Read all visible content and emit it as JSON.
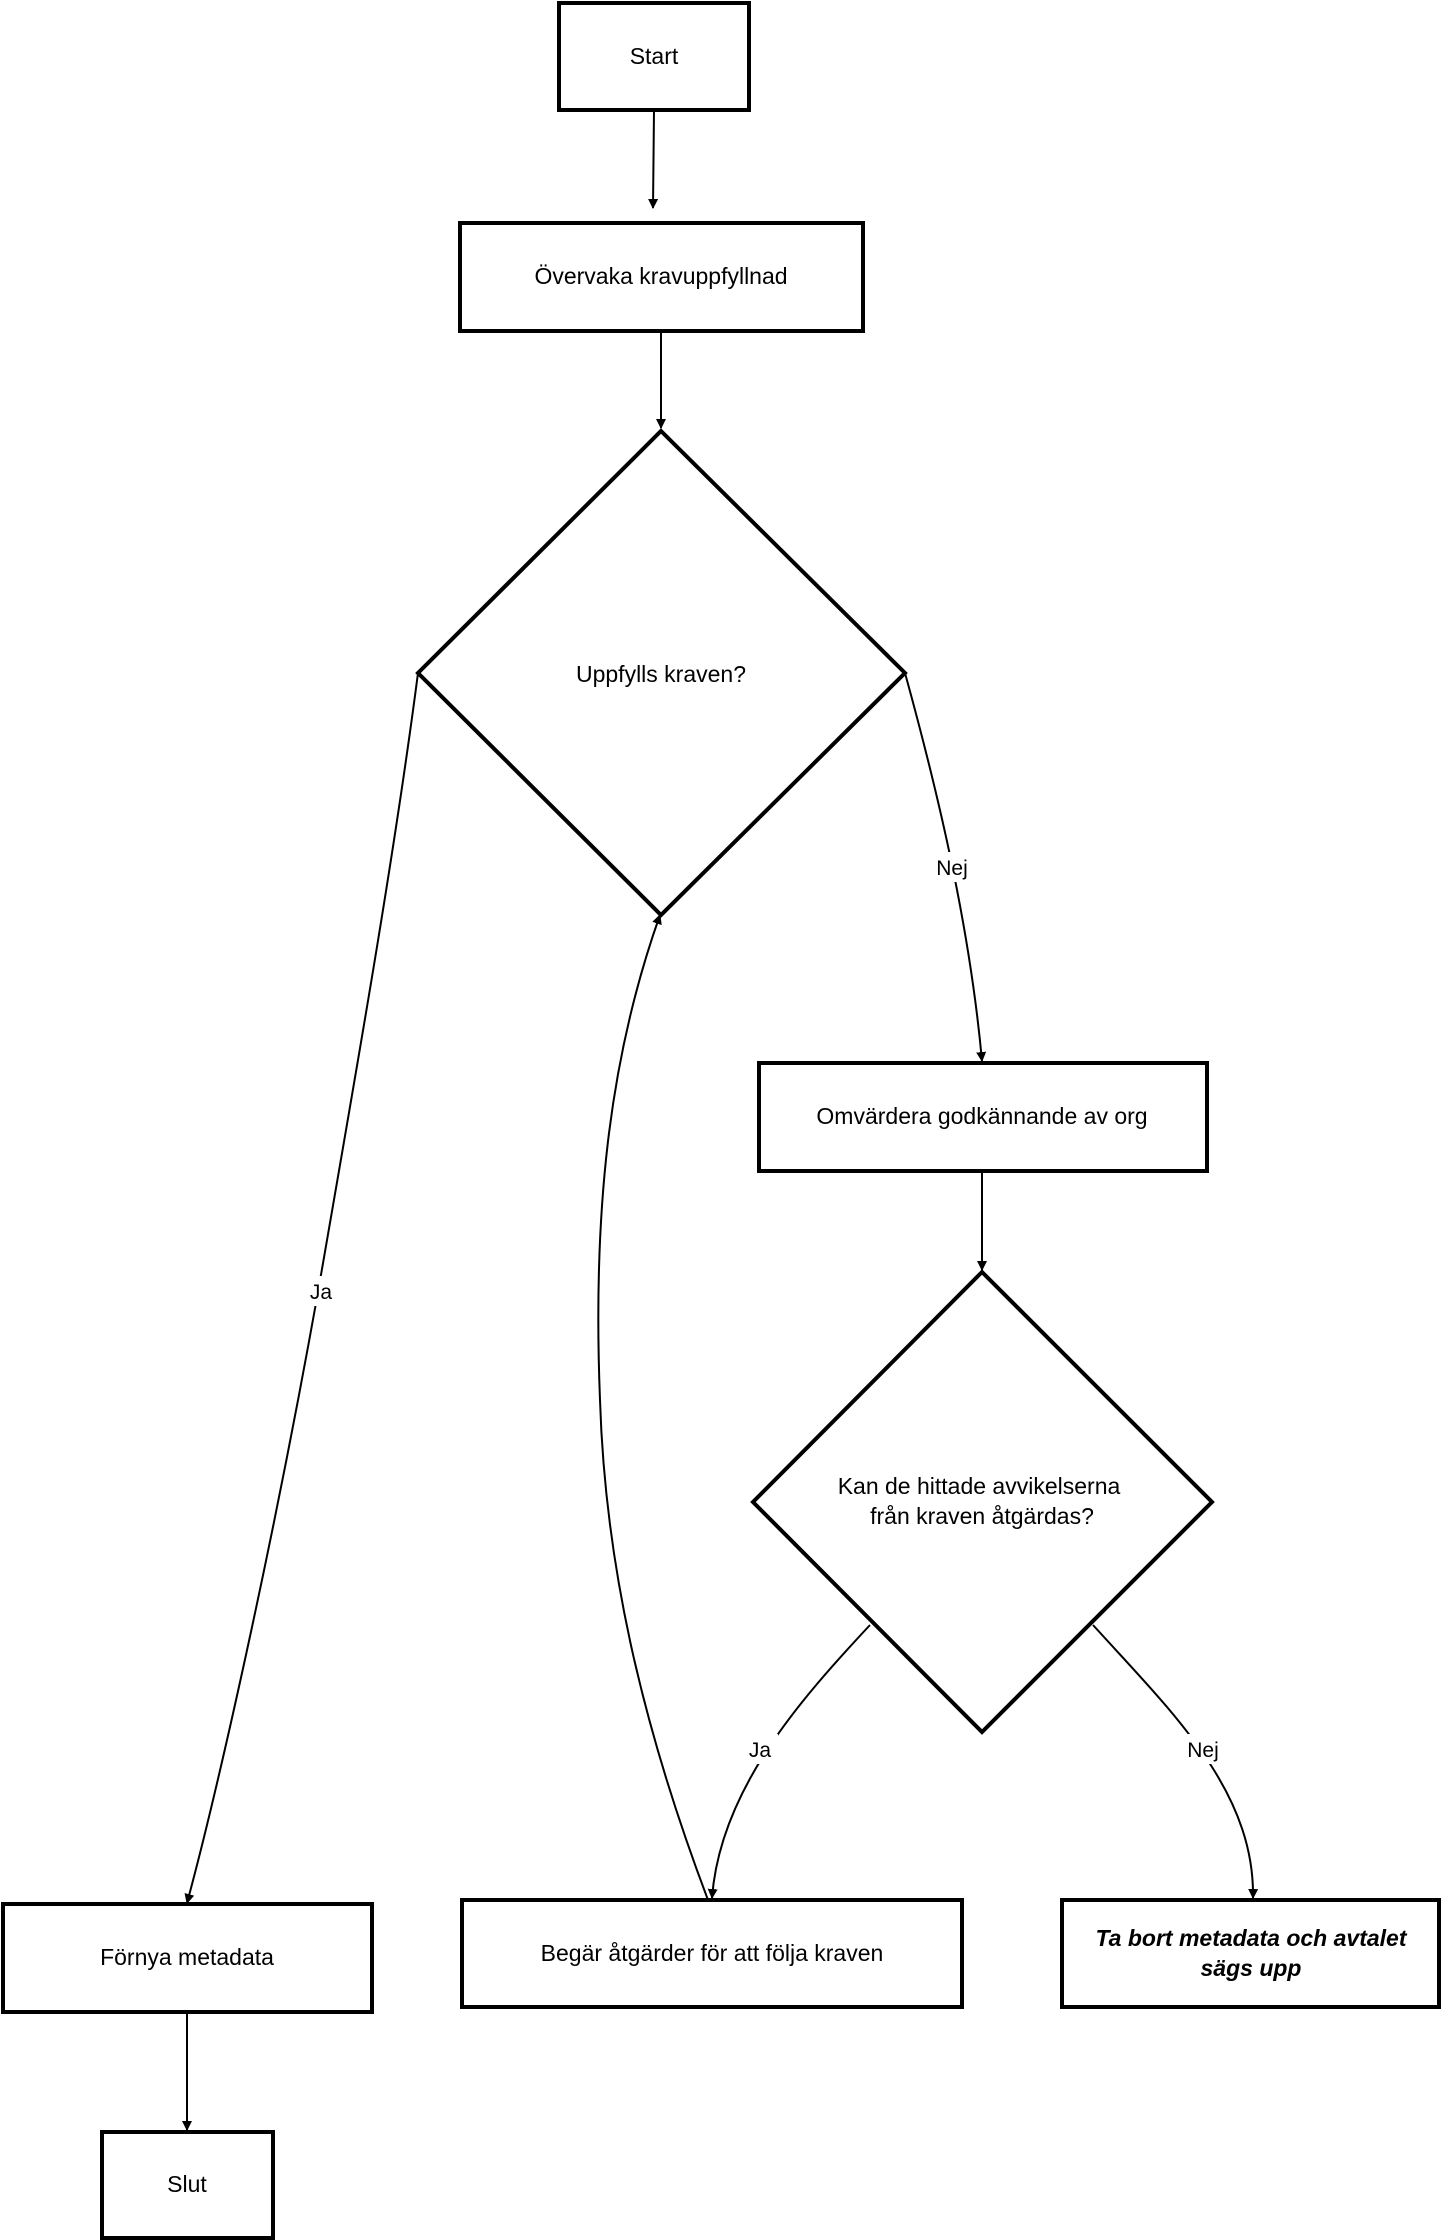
{
  "nodes": {
    "start": "Start",
    "monitor": "Övervaka kravuppfyllnad",
    "decision_requirements": "Uppfylls kraven?",
    "reassess": "Omvärdera godkännande av org",
    "decision_fixable_line1": "Kan de hittade avvikelserna",
    "decision_fixable_line2": "från kraven åtgärdas?",
    "renew": "Förnya metadata",
    "request_actions": "Begär åtgärder för att följa kraven",
    "remove_line1": "Ta bort metadata och avtalet",
    "remove_line2": "sägs upp",
    "end": "Slut"
  },
  "edges": {
    "requirements_yes": "Ja",
    "requirements_no": "Nej",
    "fixable_yes": "Ja",
    "fixable_no": "Nej"
  }
}
